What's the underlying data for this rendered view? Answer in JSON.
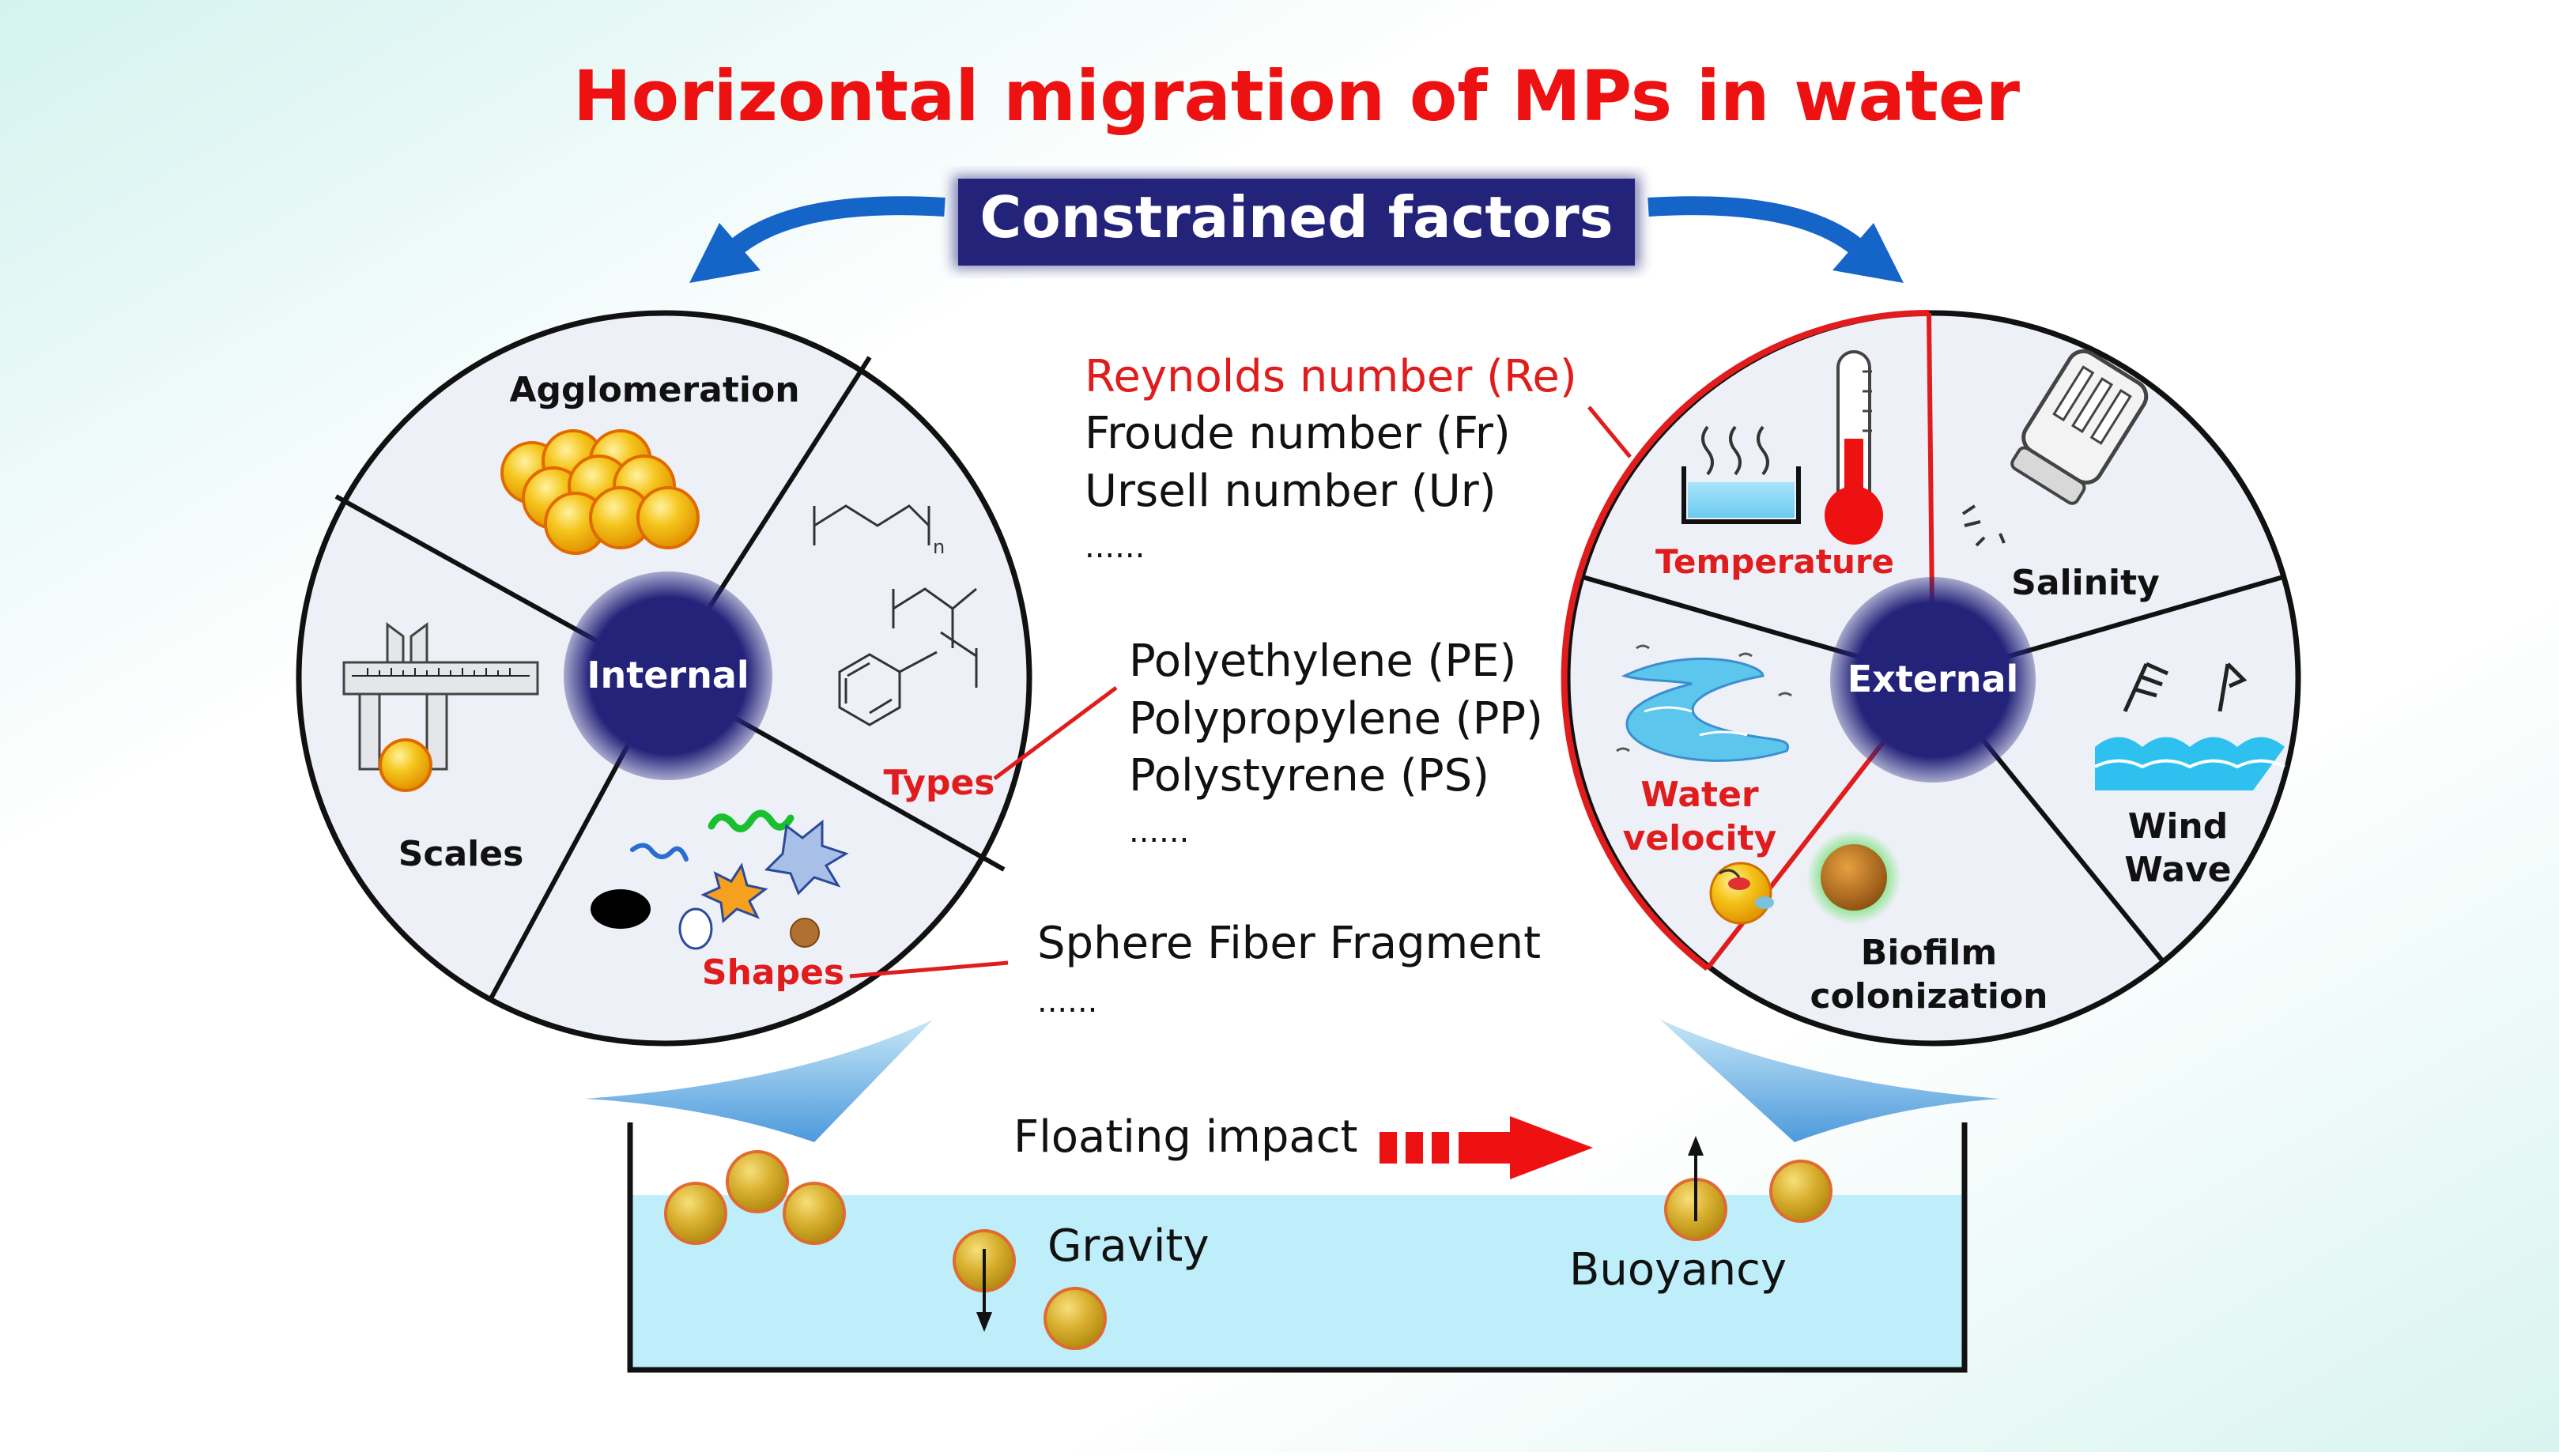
{
  "title": "Horizontal migration of MPs in water",
  "constrained_label": "Constrained  factors",
  "internal": {
    "hub": "Internal",
    "agglomeration": "Agglomeration",
    "types": "Types",
    "shapes": "Shapes",
    "scales": "Scales",
    "subscript_n": "n"
  },
  "external": {
    "hub": "External",
    "temperature": "Temperature",
    "salinity": "Salinity",
    "wind_wave": [
      "Wind",
      "Wave"
    ],
    "biofilm": [
      "Biofilm",
      "colonization"
    ],
    "water_velocity": [
      "Water",
      "velocity"
    ]
  },
  "numbers": {
    "reynolds": "Reynolds number (Re)",
    "froude": "Froude number (Fr)",
    "ursell": "Ursell number (Ur)",
    "more": "......"
  },
  "polymers": {
    "pe": "Polyethylene (PE)",
    "pp": "Polypropylene (PP)",
    "ps": "Polystyrene (PS)",
    "more": "......"
  },
  "shapes_list": {
    "line": "Sphere  Fiber  Fragment",
    "more": "......"
  },
  "tank": {
    "floating_impact": "Floating impact",
    "gravity": "Gravity",
    "buoyancy": "Buoyancy"
  },
  "colors": {
    "title_red": "#ee1111",
    "navy_box": "#23237a",
    "hub_navy": "#23237a",
    "arrow_blue": "#1565c8",
    "red_line": "#e01c1c",
    "water": "#bdeefa",
    "sphere_gold": "#f0c020"
  }
}
